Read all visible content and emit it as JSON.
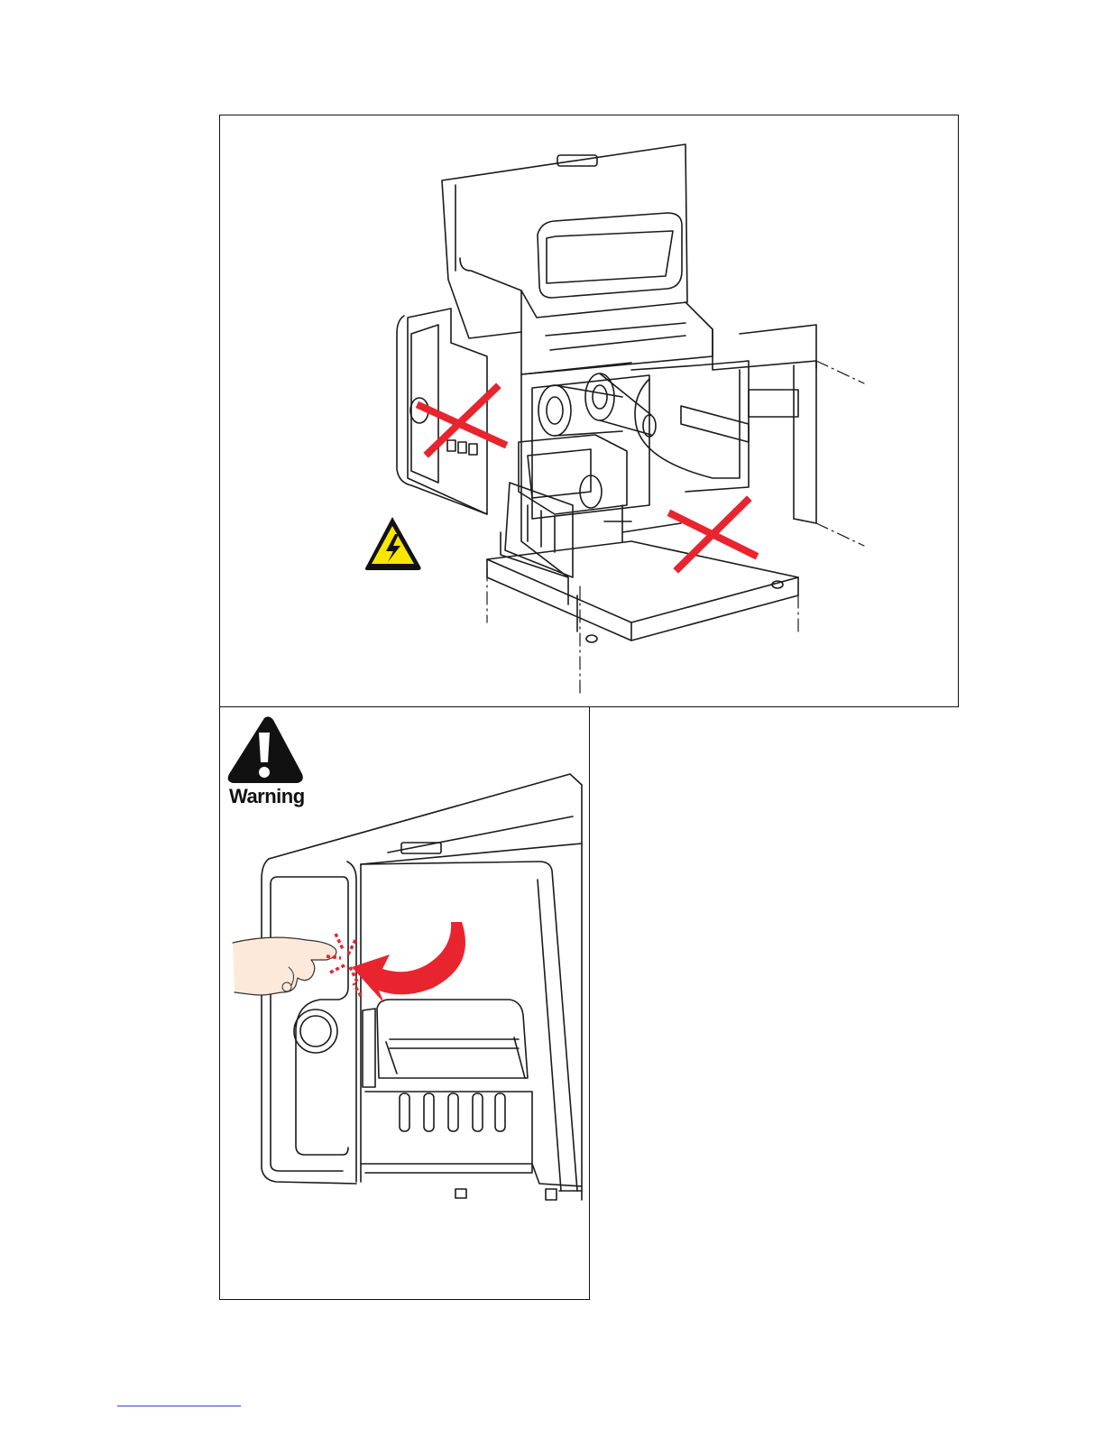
{
  "top_figure": {
    "hazard_icon": "electric-shock-warning-icon",
    "crossed_zones": [
      "left-side-cross",
      "right-floor-cross"
    ],
    "cross_color": "#e8242f"
  },
  "bottom_figure": {
    "warning_icon": "exclamation-warning-icon",
    "warning_label": "Warning",
    "arrow_color": "#e8242f"
  },
  "colors": {
    "hazard_yellow": "#f7e600",
    "line": "#1a1a1a"
  }
}
